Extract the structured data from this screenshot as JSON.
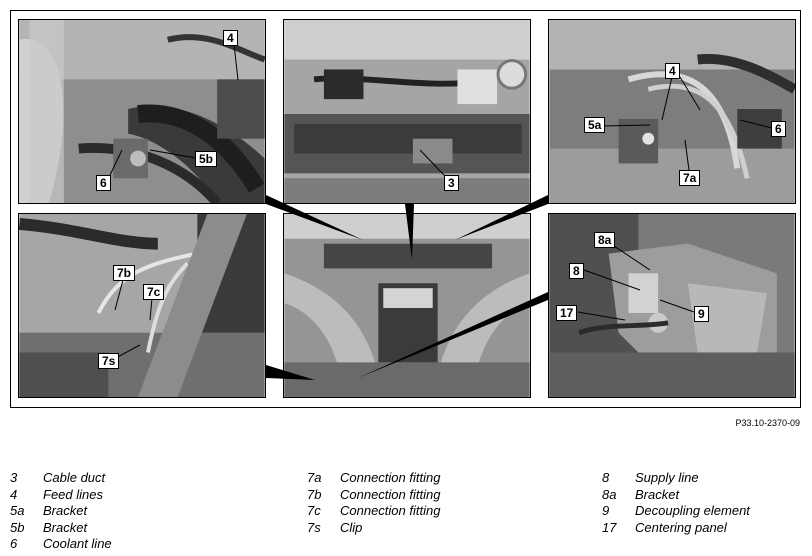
{
  "figure_ref": "P33.10-2370-09",
  "callouts": {
    "p1_4": "4",
    "p1_5b": "5b",
    "p1_6": "6",
    "p2_3": "3",
    "p3_4": "4",
    "p3_5a": "5a",
    "p3_6": "6",
    "p3_7a": "7a",
    "p4_7b": "7b",
    "p4_7c": "7c",
    "p4_7s": "7s",
    "p6_8a": "8a",
    "p6_8": "8",
    "p6_9": "9",
    "p6_17": "17"
  },
  "legend": {
    "col1": [
      {
        "num": "3",
        "text": "Cable duct"
      },
      {
        "num": "4",
        "text": "Feed lines"
      },
      {
        "num": "5a",
        "text": "Bracket"
      },
      {
        "num": "5b",
        "text": "Bracket"
      },
      {
        "num": "6",
        "text": "Coolant line"
      }
    ],
    "col2": [
      {
        "num": "7a",
        "text": "Connection fitting"
      },
      {
        "num": "7b",
        "text": "Connection fitting"
      },
      {
        "num": "7c",
        "text": "Connection fitting"
      },
      {
        "num": "7s",
        "text": "Clip"
      }
    ],
    "col3": [
      {
        "num": "8",
        "text": "Supply line"
      },
      {
        "num": "8a",
        "text": "Bracket"
      },
      {
        "num": "9",
        "text": "Decoupling element"
      },
      {
        "num": "17",
        "text": "Centering panel"
      }
    ]
  }
}
